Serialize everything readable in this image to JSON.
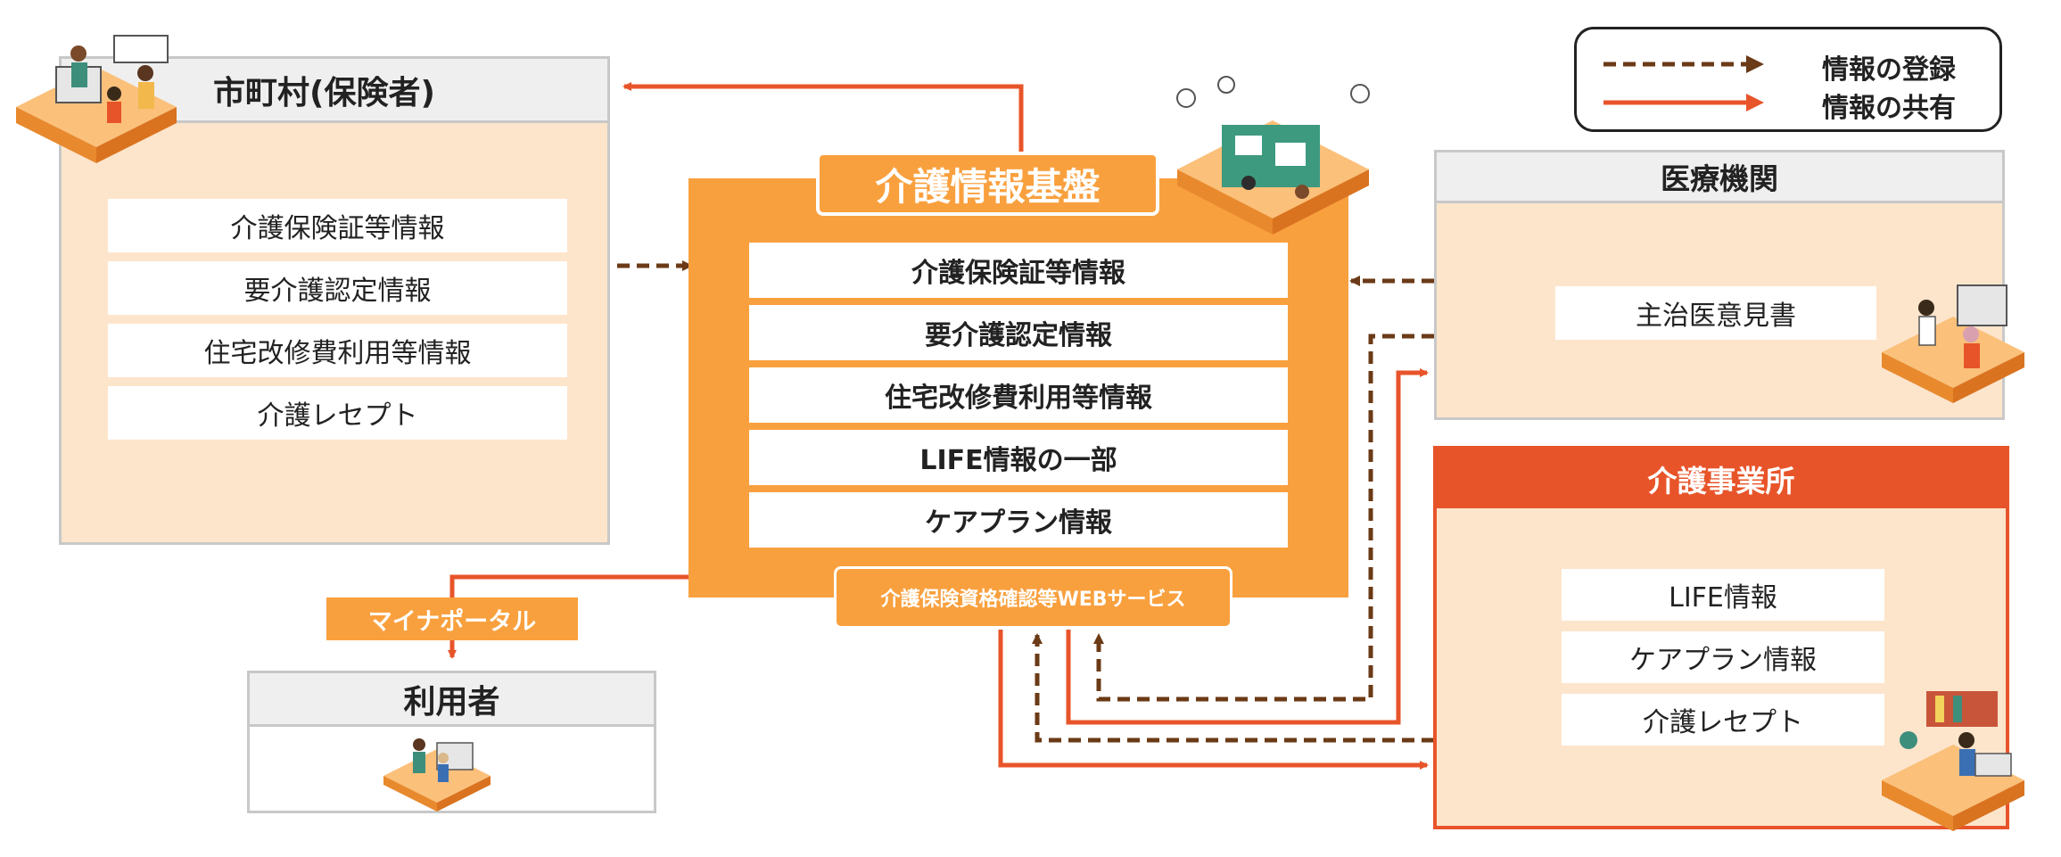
{
  "legend": {
    "registration": "情報の登録",
    "sharing": "情報の共有"
  },
  "municipality": {
    "title": "市町村(保険者)",
    "items": [
      "介護保険証等情報",
      "要介護認定情報",
      "住宅改修費利用等情報",
      "介護レセプト"
    ]
  },
  "platform": {
    "title": "介護情報基盤",
    "items": [
      "介護保険証等情報",
      "要介護認定情報",
      "住宅改修費利用等情報",
      "LIFE情報の一部",
      "ケアプラン情報"
    ],
    "web_service": "介護保険資格確認等WEBサービス"
  },
  "myna_portal": "マイナポータル",
  "user": {
    "title": "利用者"
  },
  "medical": {
    "title": "医療機関",
    "items": [
      "主治医意見書"
    ]
  },
  "care_office": {
    "title": "介護事業所",
    "items": [
      "LIFE情報",
      "ケアプラン情報",
      "介護レセプト"
    ]
  },
  "colors": {
    "orange": "#f9a03e",
    "red_orange": "#e8542a",
    "brown_dashed": "#6b3a16",
    "light_peach": "#fde5cc"
  }
}
